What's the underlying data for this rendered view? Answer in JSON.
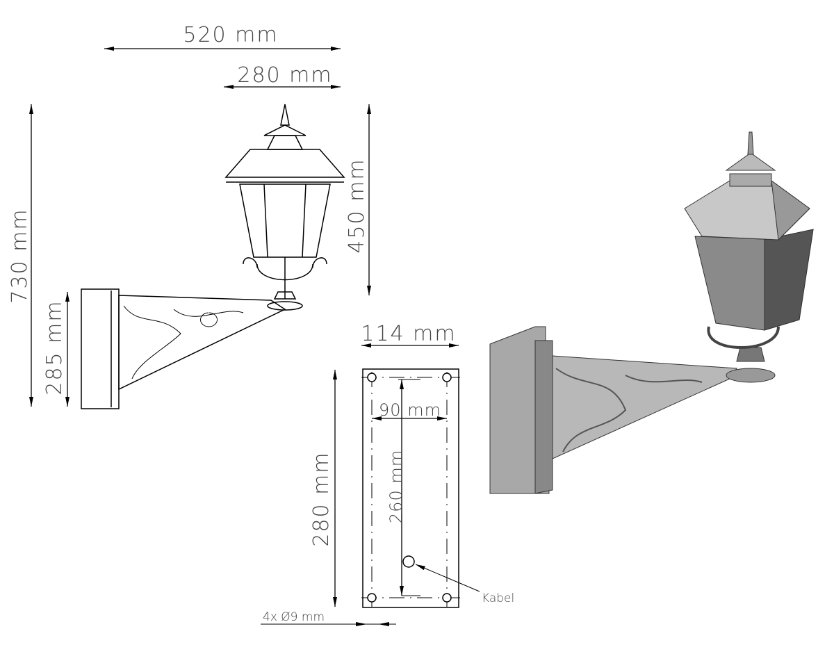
{
  "dimensions": {
    "overall_width": "520  mm",
    "lantern_width": "280  mm",
    "overall_height": "730  mm",
    "bracket_height": "285  mm",
    "lantern_height": "450  mm",
    "plate_width": "114  mm",
    "plate_height": "280  mm",
    "hole_spacing_horizontal": "90  mm",
    "hole_spacing_vertical": "260  mm",
    "hole_diameter": "4x  Ø9  mm"
  },
  "labels": {
    "cable": "Kabel"
  },
  "colors": {
    "line": "#000000",
    "text": "#444444",
    "render_gray": "#a0a0a0"
  }
}
